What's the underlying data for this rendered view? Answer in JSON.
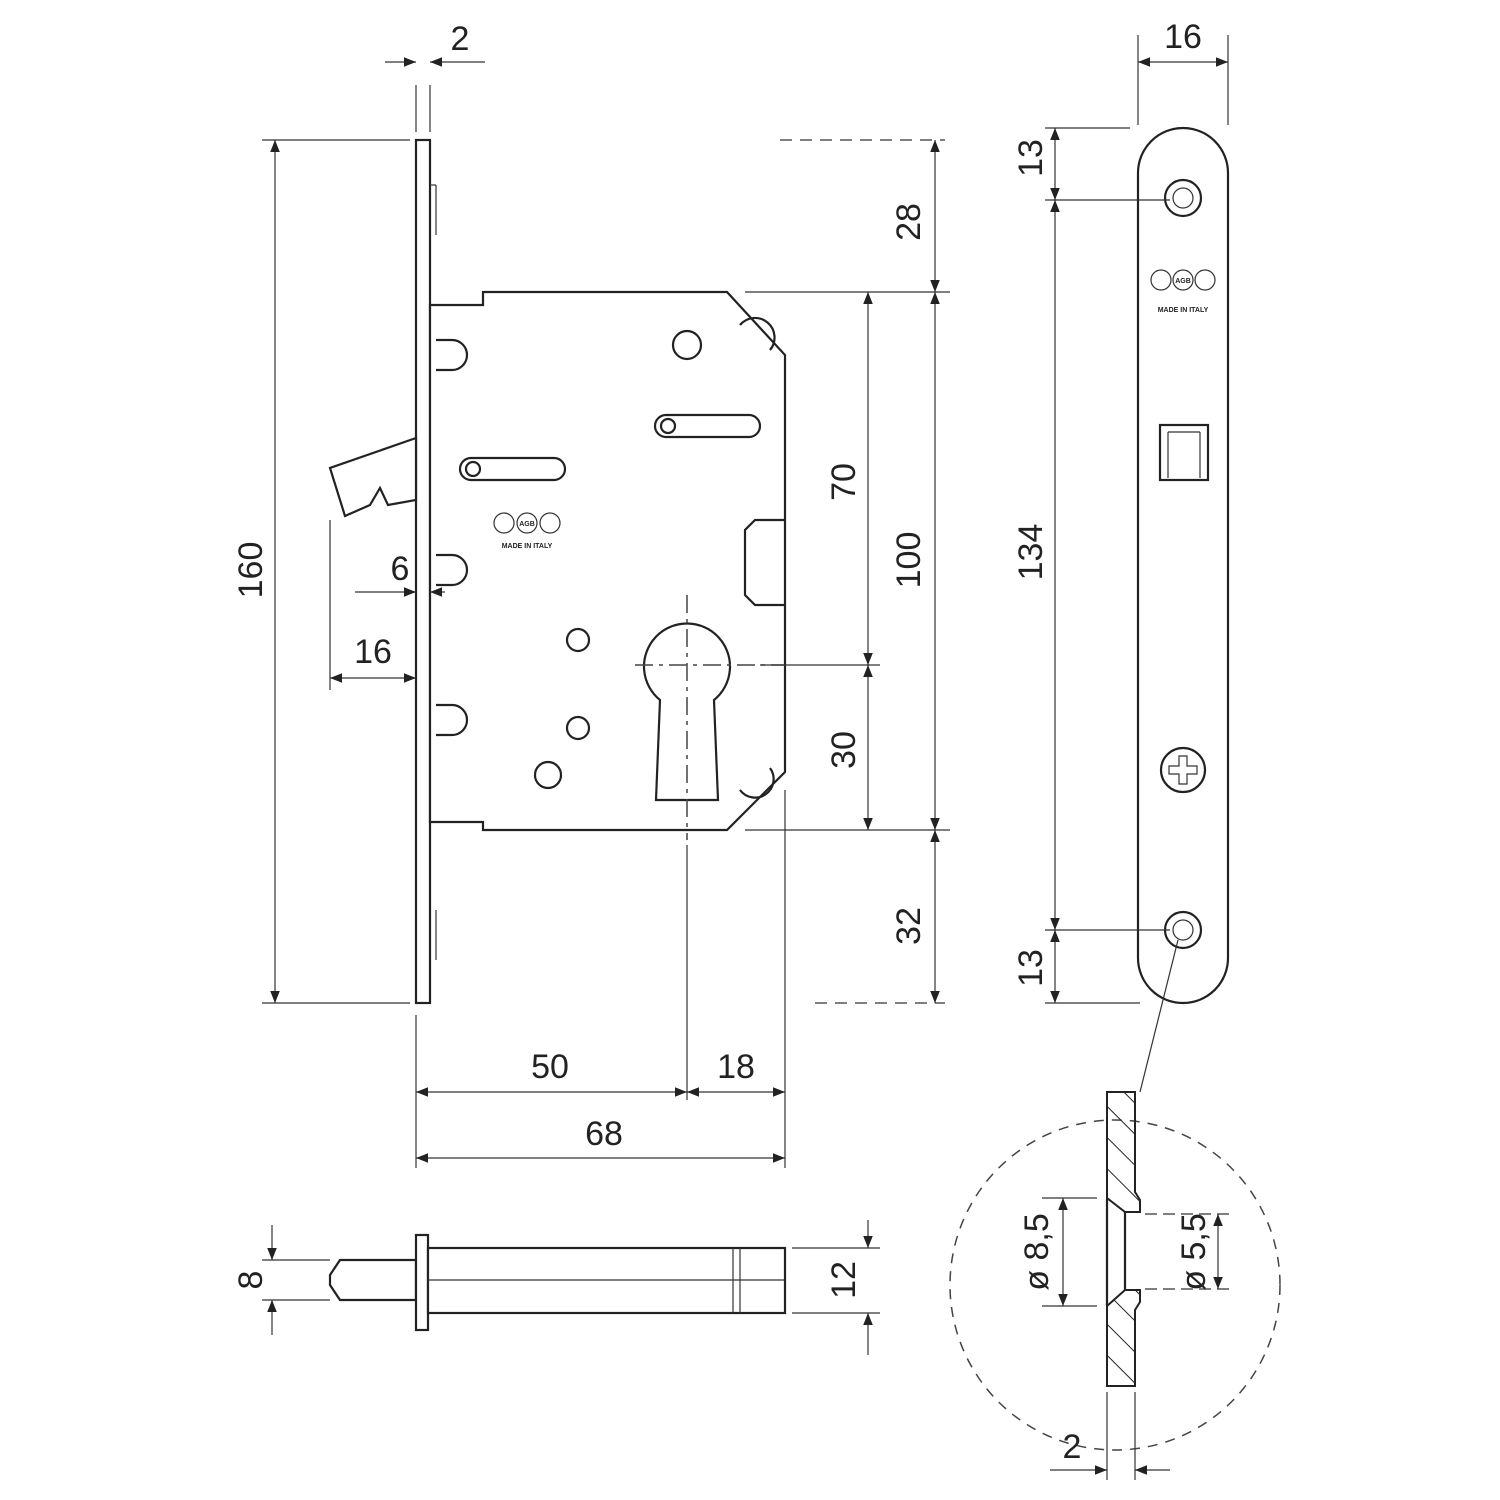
{
  "title": "Mortise lock technical drawing",
  "dimensions": {
    "faceplate_thickness": "2",
    "total_height": "160",
    "top_offset": "28",
    "body_height": "100",
    "bottom_offset": "32",
    "handle_to_cylinder": "70",
    "cylinder_to_bottom": "30",
    "latch_offset": "6",
    "latch_projection": "16",
    "backset": "50",
    "cylinder_to_back": "18",
    "body_depth": "68",
    "faceplate_width": "16",
    "screw_top": "13",
    "screw_spacing": "134",
    "screw_bottom": "13",
    "spindle_square": "8",
    "spindle_collar": "12",
    "countersink_outer": "ø 8,5",
    "countersink_inner": "ø 5,5",
    "plate_thickness_detail": "2"
  },
  "logo": {
    "brand": "AGB",
    "made_in": "MADE IN ITALY"
  }
}
